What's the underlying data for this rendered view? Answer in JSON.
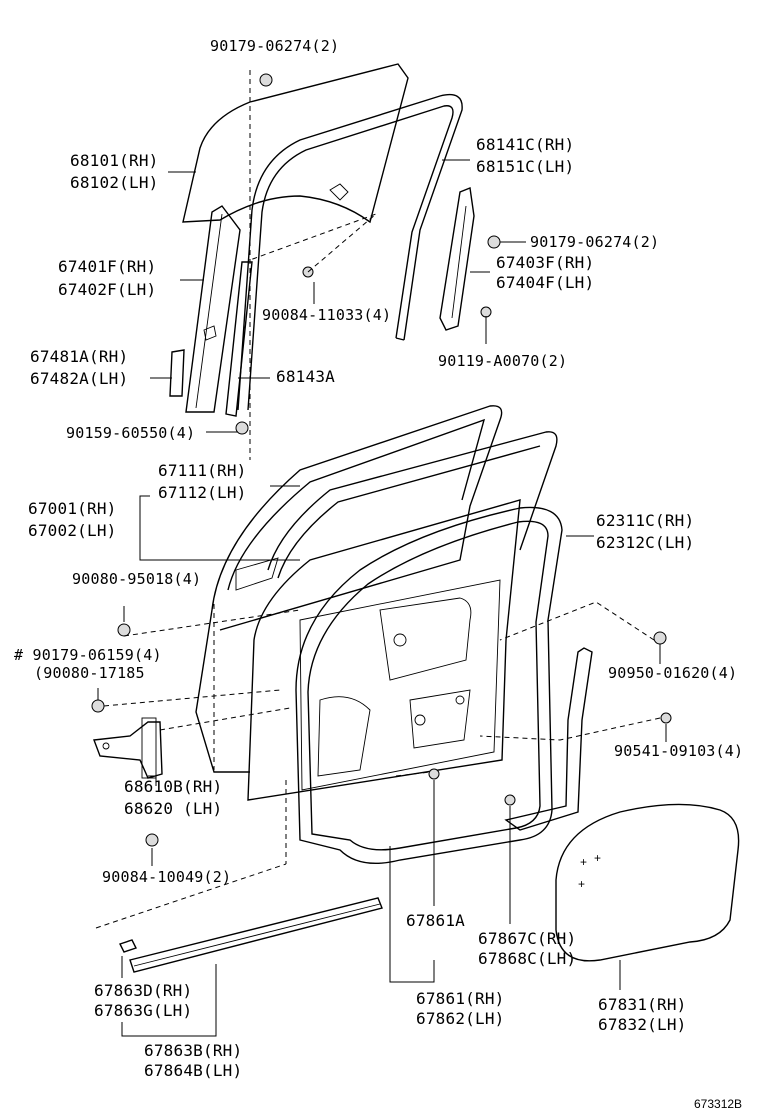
{
  "diagram_id": "673312B",
  "labels": {
    "l01": "90179-06274(2)",
    "l02a": "68101(RH)",
    "l02b": "68102(LH)",
    "l03a": "68141C(RH)",
    "l03b": "68151C(LH)",
    "l04": "90179-06274(2)",
    "l05a": "67401F(RH)",
    "l05b": "67402F(LH)",
    "l06a": "67403F(RH)",
    "l06b": "67404F(LH)",
    "l07": "90084-11033(4)",
    "l08": "90119-A0070(2)",
    "l09a": "67481A(RH)",
    "l09b": "67482A(LH)",
    "l10": "68143A",
    "l11": "90159-60550(4)",
    "l12a": "67111(RH)",
    "l12b": "67112(LH)",
    "l13a": "67001(RH)",
    "l13b": "67002(LH)",
    "l14a": "62311C(RH)",
    "l14b": "62312C(LH)",
    "l15": "90080-95018(4)",
    "l16a": "# 90179-06159(4)",
    "l16b": "(90080-17185",
    "l17": "90950-01620(4)",
    "l18": "90541-09103(4)",
    "l19a": "68610B(RH)",
    "l19b": "68620 (LH)",
    "l20": "90084-10049(2)",
    "l21": "67861A",
    "l22a": "67867C(RH)",
    "l22b": "67868C(LH)",
    "l23a": "67863D(RH)",
    "l23b": "67863G(LH)",
    "l24a": "67861(RH)",
    "l24b": "67862(LH)",
    "l25a": "67831(RH)",
    "l25b": "67832(LH)",
    "l26a": "67863B(RH)",
    "l26b": "67864B(LH)"
  }
}
